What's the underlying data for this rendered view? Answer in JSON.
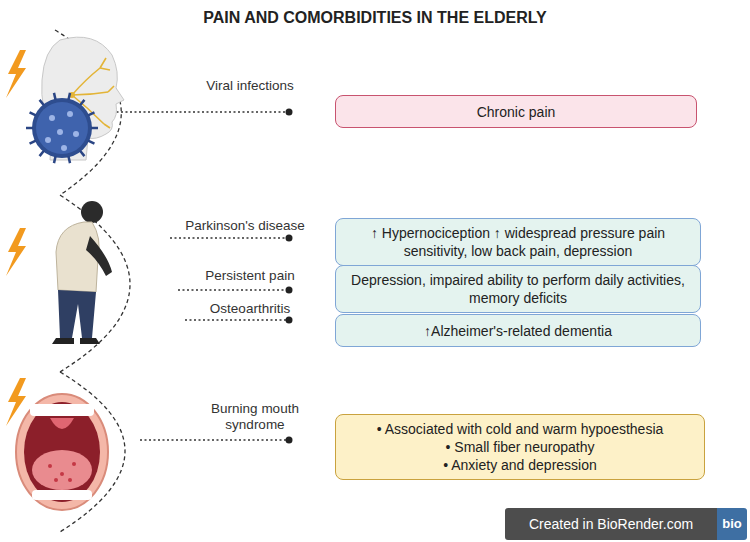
{
  "diagram": {
    "title": "PAIN AND COMORBIDITIES IN THE ELDERLY",
    "nodes": [
      {
        "text": [
          "Chronic pain"
        ]
      },
      {
        "text": [
          "↑ Hypernociception ↑ widespread pressure pain sensitivity, low back pain, depression"
        ]
      },
      {
        "text": [
          "Depression, impaired ability to perform daily activities, memory deficits"
        ]
      },
      {
        "text": [
          "↑Alzheimer's-related dementia"
        ]
      },
      {
        "text": [
          "• Associated with cold and warm hypoesthesia",
          "• Small fiber neuropathy",
          "• Anxiety and depression"
        ]
      }
    ],
    "labels": [
      "Viral infections",
      "Parkinson's disease",
      "Persistent pain",
      "Osteoarthritis",
      "Burning mouth syndrome",
      "Created in BioRender.com",
      "bio"
    ]
  }
}
